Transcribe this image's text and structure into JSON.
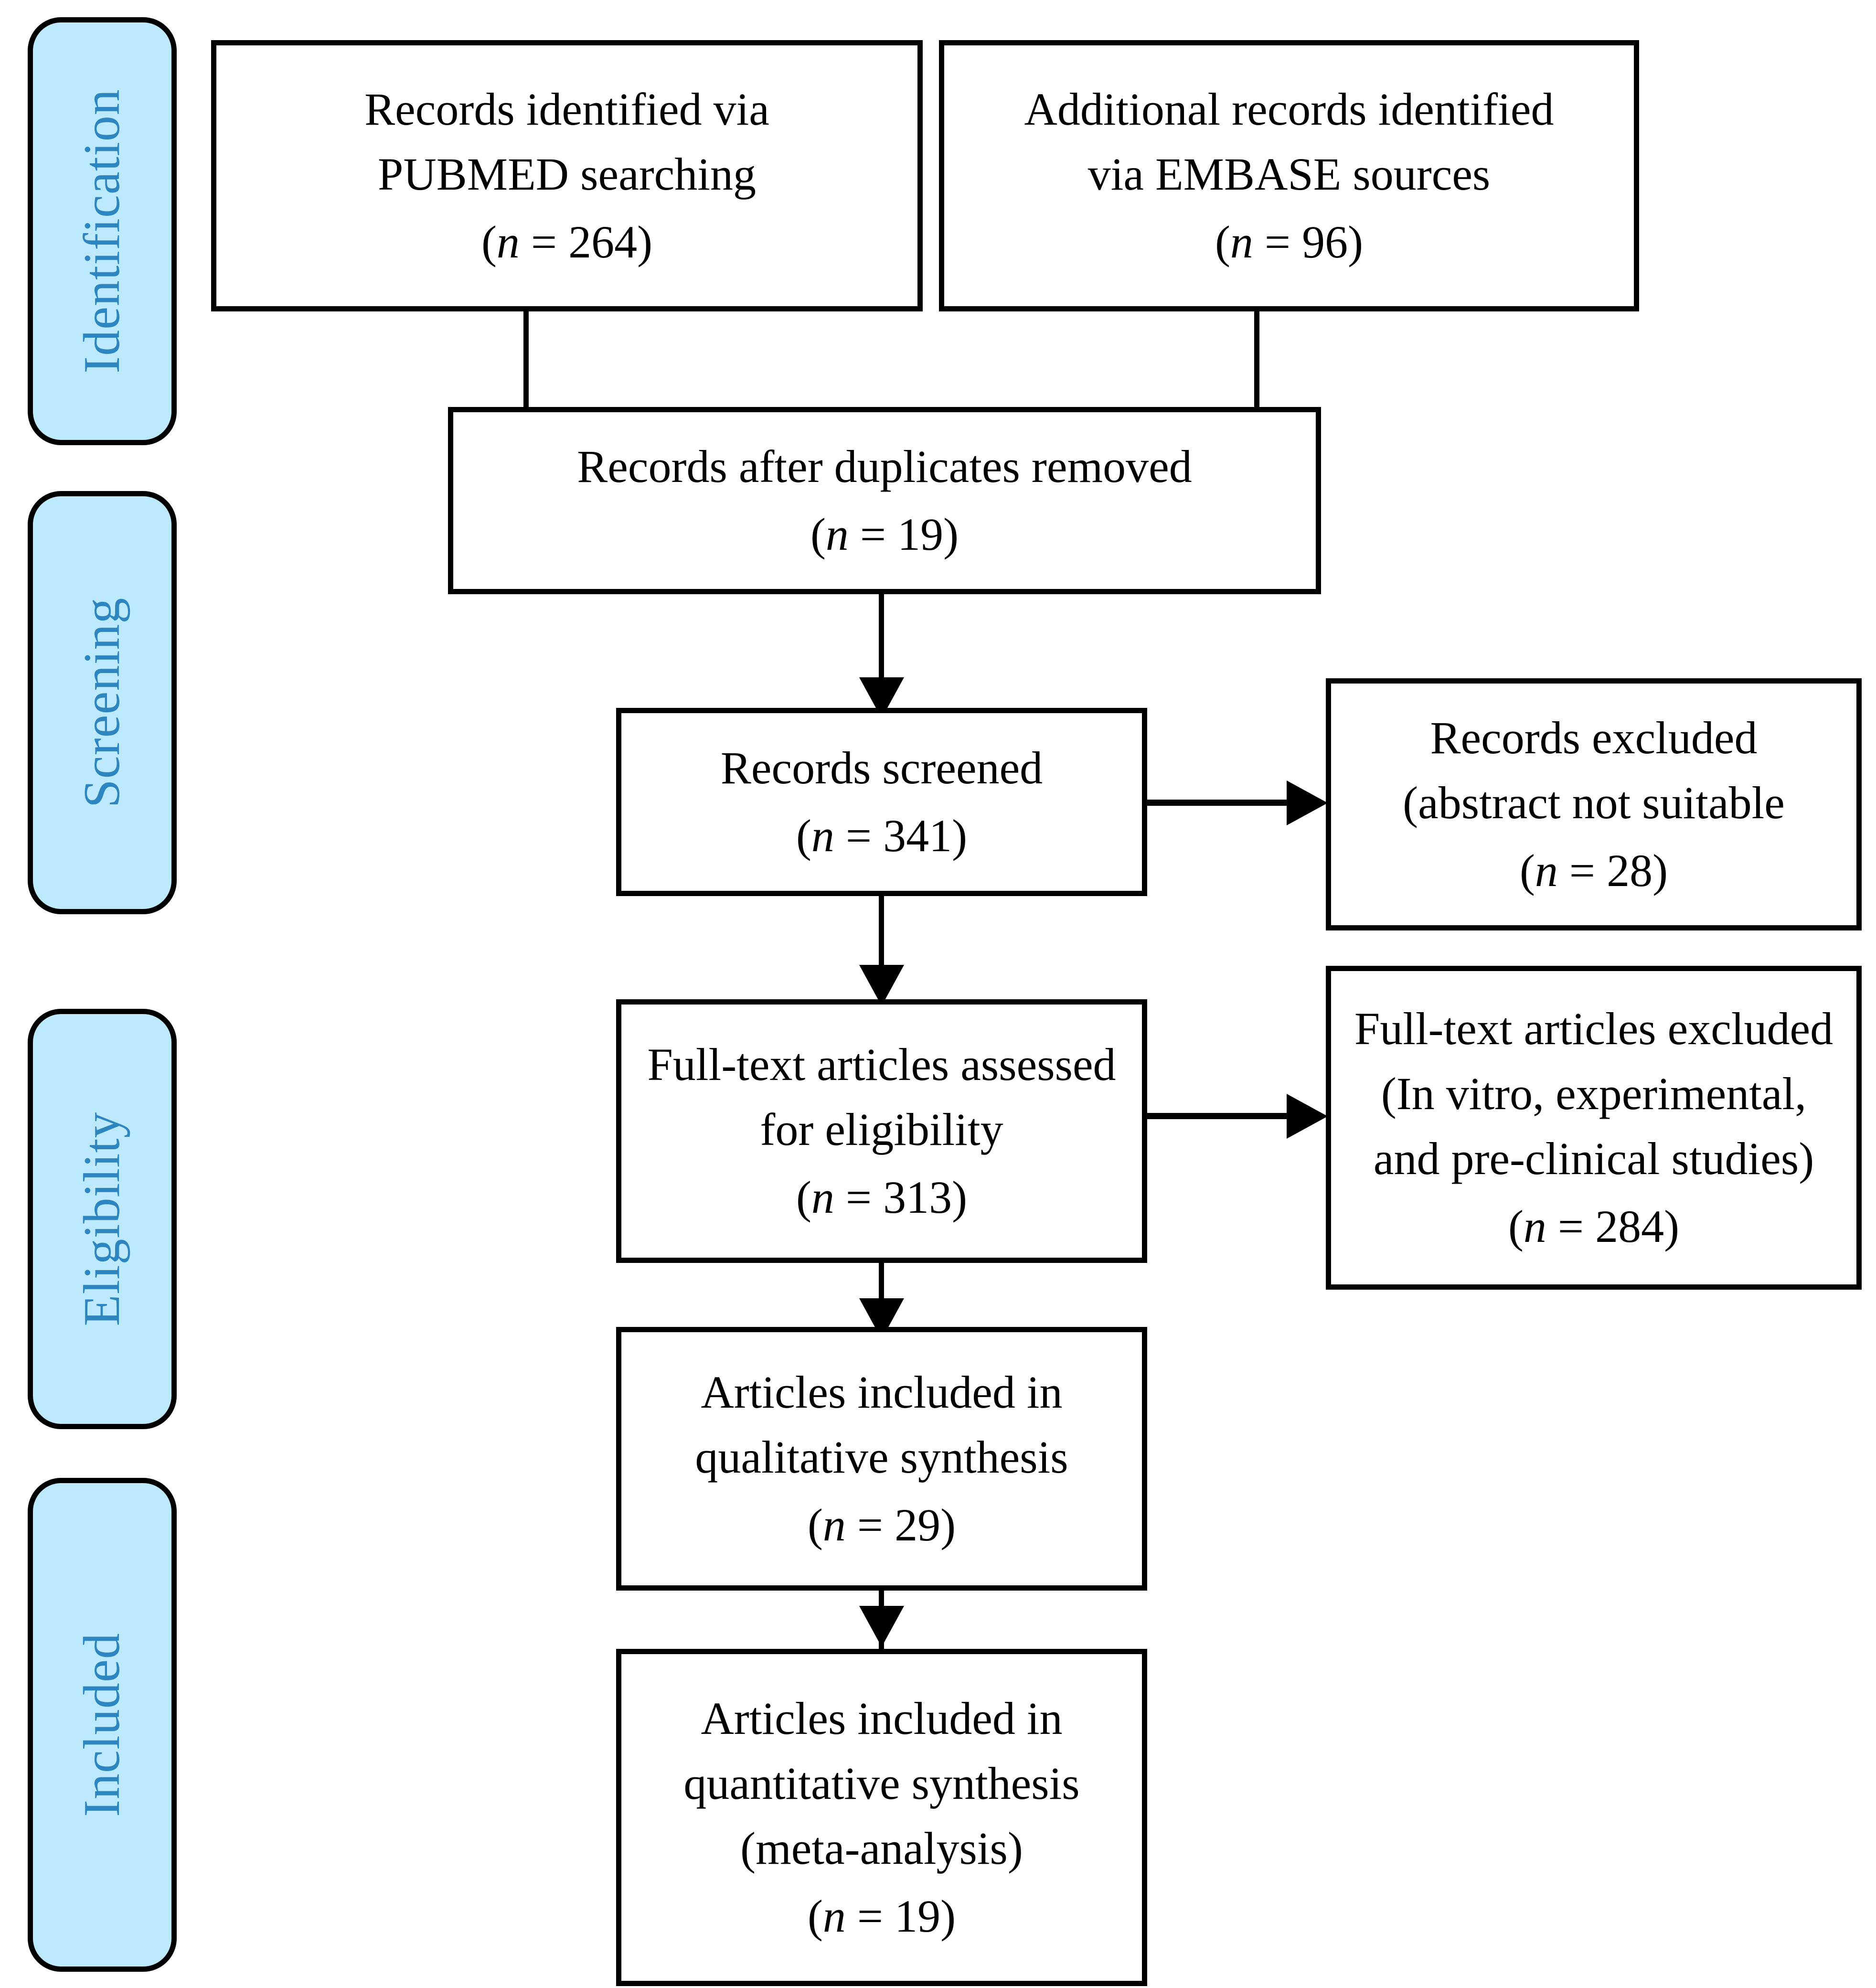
{
  "diagram": {
    "type": "prisma-flow-diagram",
    "title": "PRISMA Flow Diagram",
    "colors": {
      "stage_band_fill": "#BDE9FC",
      "stage_band_border": "#000000",
      "stage_band_text": "#2E86C1",
      "node_fill": "#FFFFFF",
      "node_border": "#000000",
      "node_text": "#000000",
      "connector": "#000000"
    }
  },
  "stages": [
    {
      "id": "identification",
      "label": "Identification"
    },
    {
      "id": "screening",
      "label": "Screening"
    },
    {
      "id": "eligibility",
      "label": "Eligibility"
    },
    {
      "id": "included",
      "label": "Included"
    }
  ],
  "nodes": {
    "pubmed_records": {
      "lines": [
        "Records identified via",
        "PUBMED searching"
      ],
      "count_prefix": "(",
      "count_symbol": "n",
      "count_eq": " = ",
      "count_value": "264",
      "count_suffix": ")",
      "count_text": "(n = 264)",
      "n": 264
    },
    "embase_records": {
      "lines": [
        "Additional records identified",
        "via EMBASE sources"
      ],
      "count_prefix": "(",
      "count_symbol": "n",
      "count_eq": " = ",
      "count_value": "96",
      "count_suffix": ")",
      "count_text": "(n = 96)",
      "n": 96
    },
    "duplicates_removed": {
      "lines": [
        "Records after duplicates removed"
      ],
      "count_prefix": "(",
      "count_symbol": "n",
      "count_eq": " = ",
      "count_value": "19",
      "count_suffix": ")",
      "count_text": "(n = 19)",
      "n": 19
    },
    "records_screened": {
      "lines": [
        "Records screened"
      ],
      "count_prefix": "(",
      "count_symbol": "n",
      "count_eq": " = ",
      "count_value": "341",
      "count_suffix": ")",
      "count_text": "(n = 341)",
      "n": 341
    },
    "records_excluded": {
      "lines": [
        "Records excluded",
        "(abstract not suitable"
      ],
      "count_prefix": "(",
      "count_symbol": "n",
      "count_eq": " = ",
      "count_value": "28",
      "count_suffix": ")",
      "count_text": "(n = 28)",
      "n": 28
    },
    "fulltext_assessed": {
      "lines": [
        "Full-text articles assessed",
        "for eligibility"
      ],
      "count_prefix": "(",
      "count_symbol": "n",
      "count_eq": " = ",
      "count_value": "313",
      "count_suffix": ")",
      "count_text": "(n = 313)",
      "n": 313
    },
    "fulltext_excluded": {
      "lines": [
        "Full-text articles excluded",
        "(In vitro, experimental,",
        "and pre-clinical studies)"
      ],
      "count_prefix": "(",
      "count_symbol": "n",
      "count_eq": " = ",
      "count_value": "284",
      "count_suffix": ")",
      "count_text": "(n = 284)",
      "n": 284
    },
    "qualitative_synthesis": {
      "lines": [
        "Articles included in",
        "qualitative synthesis"
      ],
      "count_prefix": "(",
      "count_symbol": "n",
      "count_eq": " = ",
      "count_value": "29",
      "count_suffix": ")",
      "count_text": "(n = 29)",
      "n": 29
    },
    "quantitative_synthesis": {
      "lines": [
        "Articles included in",
        "quantitative synthesis",
        "(meta-analysis)"
      ],
      "count_prefix": "(",
      "count_symbol": "n",
      "count_eq": " = ",
      "count_value": "19",
      "count_suffix": ")",
      "count_text": "(n = 19)",
      "n": 19
    }
  },
  "connectors": [
    {
      "id": "pubmed-to-duplicates",
      "from": "pubmed_records",
      "to": "duplicates_removed",
      "style": "plain-line",
      "direction": "down"
    },
    {
      "id": "embase-to-duplicates",
      "from": "embase_records",
      "to": "duplicates_removed",
      "style": "plain-line",
      "direction": "down"
    },
    {
      "id": "duplicates-to-screened",
      "from": "duplicates_removed",
      "to": "records_screened",
      "style": "arrow",
      "direction": "down"
    },
    {
      "id": "screened-to-excluded",
      "from": "records_screened",
      "to": "records_excluded",
      "style": "arrow",
      "direction": "right"
    },
    {
      "id": "screened-to-fulltext",
      "from": "records_screened",
      "to": "fulltext_assessed",
      "style": "arrow",
      "direction": "down"
    },
    {
      "id": "fulltext-to-excluded",
      "from": "fulltext_assessed",
      "to": "fulltext_excluded",
      "style": "arrow",
      "direction": "right"
    },
    {
      "id": "fulltext-to-qualitative",
      "from": "fulltext_assessed",
      "to": "qualitative_synthesis",
      "style": "arrow",
      "direction": "down"
    },
    {
      "id": "qualitative-to-quantitative",
      "from": "qualitative_synthesis",
      "to": "quantitative_synthesis",
      "style": "arrow",
      "direction": "down"
    }
  ]
}
